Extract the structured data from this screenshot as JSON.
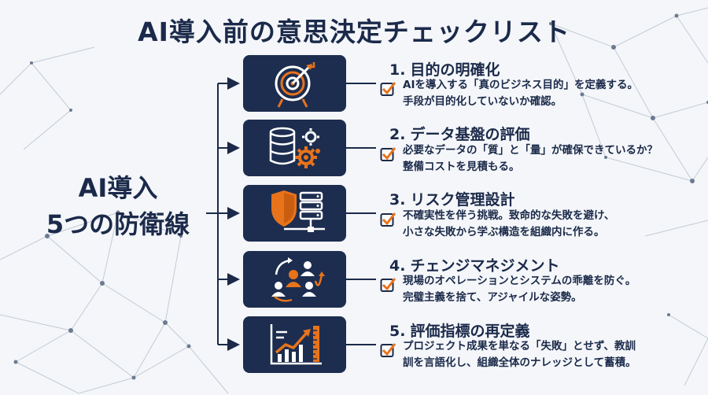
{
  "title": "AI導入前の意思決定チェックリスト",
  "left_title": {
    "line1": "AI導入",
    "line2": "5つの防衛線"
  },
  "colors": {
    "navy": "#1d2d4f",
    "orange": "#e8731a",
    "text": "#1b2a4a"
  },
  "steps": [
    {
      "number": "1.",
      "title": "目的の明確化",
      "icon": "target-arrow-icon",
      "line1": "AIを導入する「真のビジネス目的」を定義する。",
      "line2": "手段が目的化していないか確認。"
    },
    {
      "number": "2.",
      "title": "データ基盤の評価",
      "icon": "database-gear-icon",
      "line1": "必要なデータの「質」と「量」が確保できているか？",
      "line2": "整備コストを見積もる。"
    },
    {
      "number": "3.",
      "title": "リスク管理設計",
      "icon": "shield-server-icon",
      "line1": "不確実性を伴う挑戦。致命的な失敗を避け、",
      "line2": "小さな失敗から学ぶ構造を組織内に作る。"
    },
    {
      "number": "4.",
      "title": "チェンジマネジメント",
      "icon": "people-cycle-icon",
      "line1": "現場のオペレーションとシステムの乖離を防ぐ。",
      "line2": "完璧主義を捨て、アジャイルな姿勢。"
    },
    {
      "number": "5.",
      "title": "評価指標の再定義",
      "icon": "growth-chart-icon",
      "line1": "プロジェクト成果を単なる「失敗」とせず、教訓",
      "line2": "訓を言語化し、組織全体のナレッジとして蓄積。"
    }
  ]
}
